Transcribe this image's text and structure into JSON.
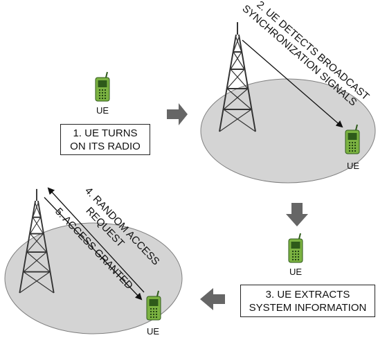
{
  "colors": {
    "ellipse_fill": "#d4d4d4",
    "ellipse_stroke": "#7f7f7f",
    "tower": "#333333",
    "arrow": "#666666",
    "phone_body": "#7cb342",
    "phone_screen": "#2e5a1a",
    "phone_keys": "#1b3a10"
  },
  "icons": {
    "phone": "mobile-phone-icon",
    "tower": "cell-tower-icon",
    "step_arrow": "block-arrow-icon"
  },
  "labels": {
    "ue_1": "UE",
    "ue_2": "UE",
    "ue_3": "UE",
    "ue_4": "UE"
  },
  "steps": {
    "step1": {
      "line1": "1. UE TURNS",
      "line2": "ON ITS RADIO"
    },
    "step2": {
      "line1": "2. UE DETECTS BROADCAST",
      "line2": "SYNCHRONIZATION SIGNALS"
    },
    "step3": {
      "line1": "3. UE EXTRACTS",
      "line2": "SYSTEM INFORMATION"
    },
    "step4": {
      "line1": "4. RANDOM ACCESS",
      "line2": "REQUEST"
    },
    "step5": {
      "line1": "5. ACCESS GRANTED"
    }
  }
}
